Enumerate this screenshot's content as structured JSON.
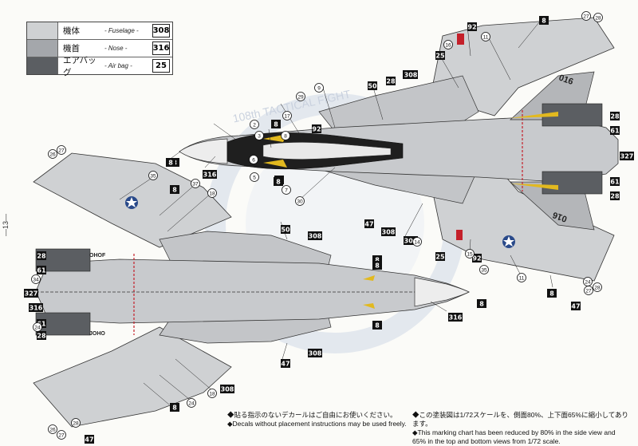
{
  "legend": {
    "rows": [
      {
        "jp": "機体",
        "en": "- Fuselage -",
        "code": "308",
        "color": "#cfd1d3"
      },
      {
        "jp": "機首",
        "en": "- Nose -",
        "code": "316",
        "color": "#a4a7ab"
      },
      {
        "jp": "エアバッグ",
        "en": "- Air bag -",
        "code": "25",
        "color": "#5b5e62"
      }
    ]
  },
  "page_number": "―13―",
  "notes": {
    "left_jp": "◆貼る指示のないデカールはご自由にお使いください。",
    "left_en": "◆Decals without placement instructions may be used freely.",
    "right_jp": "◆この塗装図は1/72スケールを、側面80%、上下面65%に縮小してあります。",
    "right_en": "◆This marking chart has been reduced by 80% in the side view and 65% in the top and bottom views from 1/72 scale."
  },
  "watermark": "108th TACTICAL FIGHT",
  "aircraft": {
    "top_codes": [
      "016"
    ],
    "bottom_codes": [
      "016"
    ],
    "bottom_text": [
      "OHOF",
      "JOHO"
    ]
  },
  "callouts": {
    "boxes": [
      "8",
      "50",
      "92",
      "25",
      "308",
      "8",
      "50",
      "28",
      "8",
      "308",
      "92",
      "308",
      "8",
      "28",
      "61",
      "327",
      "61",
      "28",
      "8",
      "47",
      "92",
      "25",
      "47",
      "8",
      "8",
      "308",
      "8",
      "316",
      "50",
      "8",
      "316",
      "308",
      "8",
      "28",
      "61",
      "327",
      "316",
      "61",
      "28",
      "8",
      "47",
      "308",
      "8",
      "8",
      "8",
      "316",
      "8",
      "308",
      "8",
      "8",
      "47",
      "308"
    ],
    "circles": [
      "27",
      "28",
      "16",
      "11",
      "9",
      "29",
      "17",
      "2",
      "6",
      "3",
      "8",
      "5",
      "7",
      "14",
      "30",
      "15",
      "35",
      "11",
      "27",
      "28",
      "24",
      "26",
      "27",
      "35",
      "37",
      "18",
      "34",
      "24",
      "24",
      "18",
      "26",
      "27",
      "28"
    ]
  },
  "colors": {
    "ink": "#111111",
    "light_gray": "#cfd1d3",
    "mid_gray": "#a4a7ab",
    "dark_gray": "#5b5e62",
    "red": "#c4202a",
    "yellow": "#e2b91f",
    "blue": "#2a4a8a"
  }
}
